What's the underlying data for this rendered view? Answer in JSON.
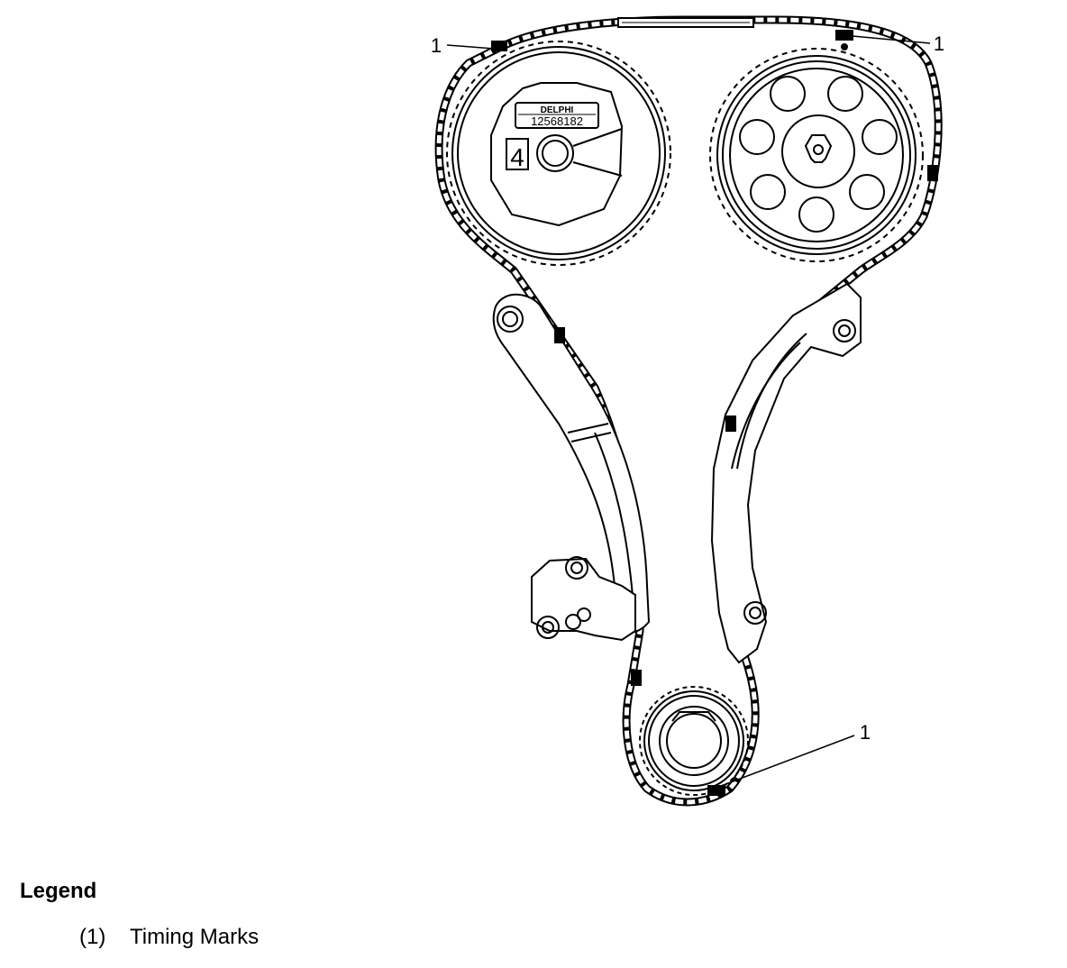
{
  "callouts": {
    "cam_left": "1",
    "cam_right": "1",
    "crank": "1"
  },
  "sprocket_label": {
    "brand": "DELPHI",
    "part_number": "12568182",
    "digit": "4"
  },
  "legend": {
    "title": "Legend",
    "items": [
      {
        "number": "(1)",
        "label": "Timing Marks"
      }
    ]
  }
}
